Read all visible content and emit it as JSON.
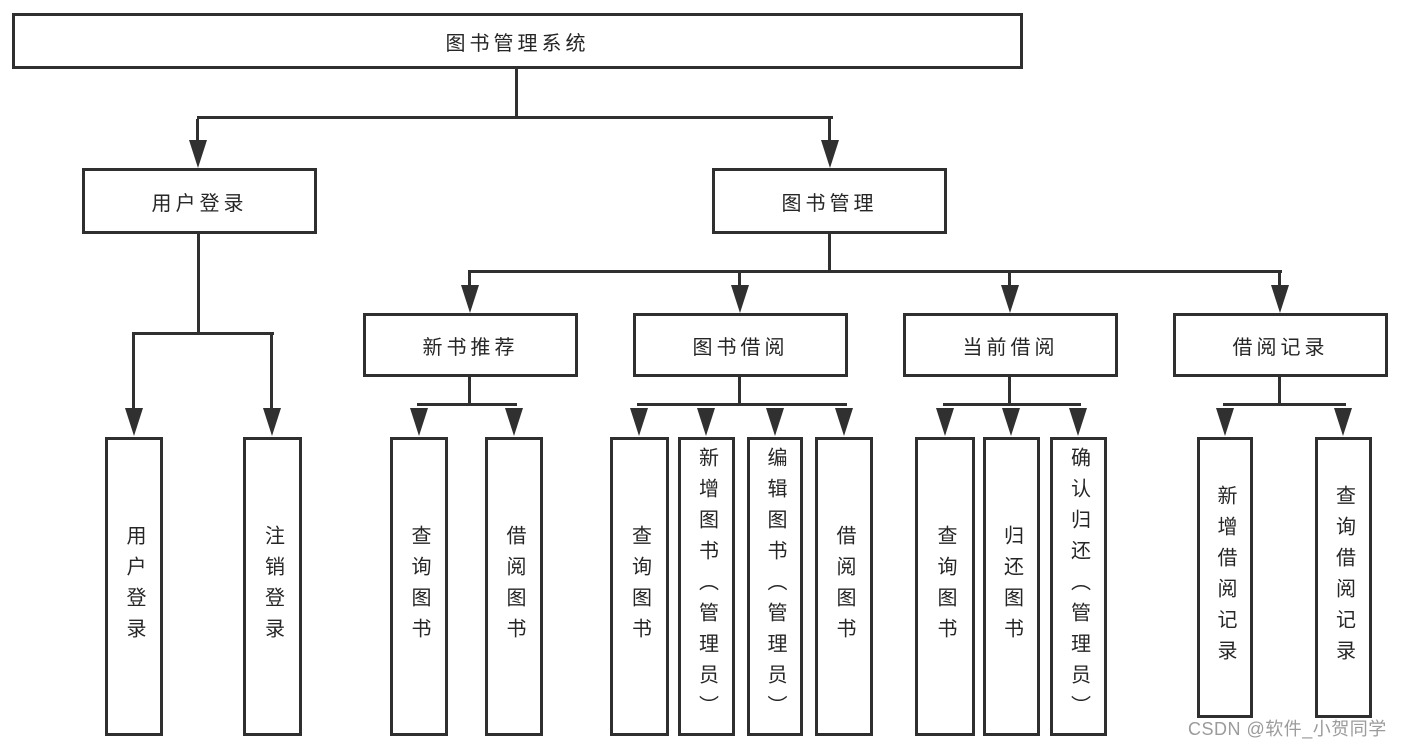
{
  "diagram_title": "图书管理系统",
  "nodes": {
    "root": "图书管理系统",
    "level2": [
      {
        "label": "用户登录",
        "parent": "图书管理系统"
      },
      {
        "label": "图书管理",
        "parent": "图书管理系统"
      }
    ],
    "level3": [
      {
        "label": "新书推荐",
        "parent": "图书管理"
      },
      {
        "label": "图书借阅",
        "parent": "图书管理"
      },
      {
        "label": "当前借阅",
        "parent": "图书管理"
      },
      {
        "label": "借阅记录",
        "parent": "图书管理"
      }
    ],
    "leaves": [
      {
        "label": "用户登录",
        "parent": "用户登录"
      },
      {
        "label": "注销登录",
        "parent": "用户登录"
      },
      {
        "label": "查询图书",
        "parent": "新书推荐"
      },
      {
        "label": "借阅图书",
        "parent": "新书推荐"
      },
      {
        "label": "查询图书",
        "parent": "图书借阅"
      },
      {
        "label": "新增图书（管理员）",
        "parent": "图书借阅"
      },
      {
        "label": "编辑图书（管理员）",
        "parent": "图书借阅"
      },
      {
        "label": "借阅图书",
        "parent": "图书借阅"
      },
      {
        "label": "查询图书",
        "parent": "当前借阅"
      },
      {
        "label": "归还图书",
        "parent": "当前借阅"
      },
      {
        "label": "确认归还（管理员）",
        "parent": "当前借阅"
      },
      {
        "label": "新增借阅记录",
        "parent": "借阅记录"
      },
      {
        "label": "查询借阅记录",
        "parent": "借阅记录"
      }
    ]
  },
  "watermark": {
    "text": "CSDN @软件_小贺同学"
  },
  "colors": {
    "line": "#303030",
    "box_border": "#2f2f2f",
    "text": "#262626",
    "watermark": "#9b9b9b",
    "background": "#ffffff"
  }
}
